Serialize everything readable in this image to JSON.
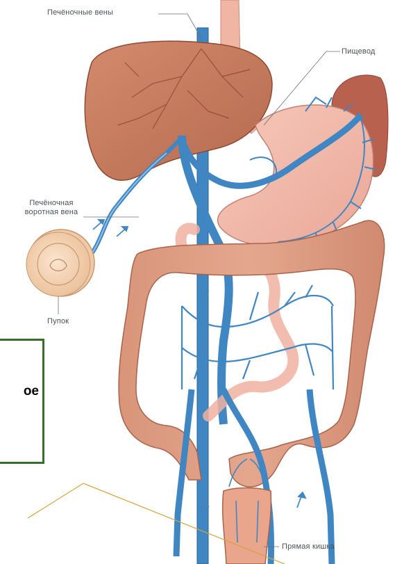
{
  "labels": {
    "hepatic_veins": "Печёночные вены",
    "esophagus": "Пищевод",
    "portal_vein_line1": "Печёночная",
    "portal_vein_line2": "воротная вена",
    "navel": "Пупок",
    "rectum": "Прямая кишка"
  },
  "callout": {
    "text": "ое"
  },
  "colors": {
    "liver": "#c97a5e",
    "stomach": "#f2b8a8",
    "colon": "#dc9a80",
    "vein": "#3f86c2",
    "callout_border": "#3a6e2c",
    "pointer_line": "#d6a43a"
  }
}
